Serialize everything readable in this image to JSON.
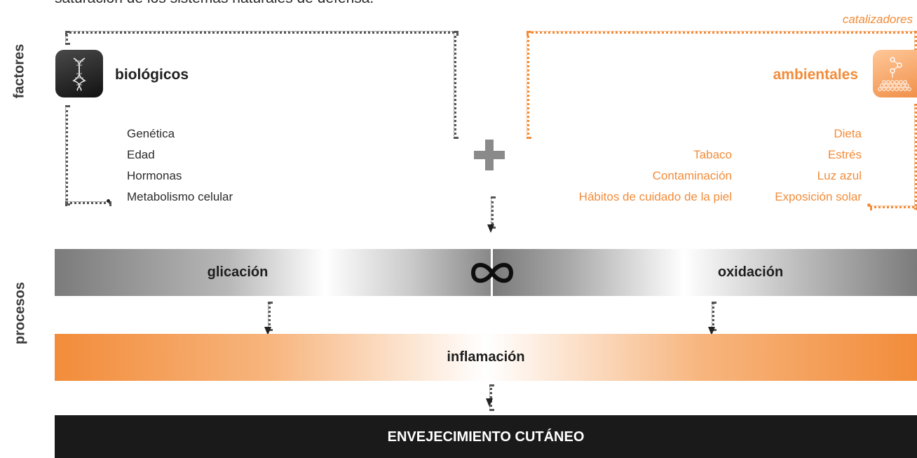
{
  "intro_text": "saturación de los sistemas naturales de defensa.",
  "catalizadores_label": "catalizadores",
  "side_labels": {
    "factores": "factores",
    "procesos": "procesos"
  },
  "biologicos": {
    "title": "biológicos",
    "icon": "dna-icon",
    "items": [
      "Genética",
      "Edad",
      "Hormonas",
      "Metabolismo celular"
    ]
  },
  "ambientales": {
    "title": "ambientales",
    "icon": "molecule-icon",
    "col1": [
      "Tabaco",
      "Contaminación",
      "Hábitos de cuidado de la piel"
    ],
    "col2": [
      "Dieta",
      "Estrés",
      "Luz azul",
      "Exposición solar"
    ]
  },
  "processes": {
    "glicacion": "glicación",
    "oxidacion": "oxidación",
    "inflamacion": "inflamación",
    "result": "ENVEJECIMIENTO CUTÁNEO"
  },
  "symbols": {
    "plus": "plus-icon",
    "infinity": "infinity-icon"
  },
  "colors": {
    "accent": "#f28c3a",
    "dark": "#1a1a1a",
    "grey": "#8a8a8a"
  }
}
